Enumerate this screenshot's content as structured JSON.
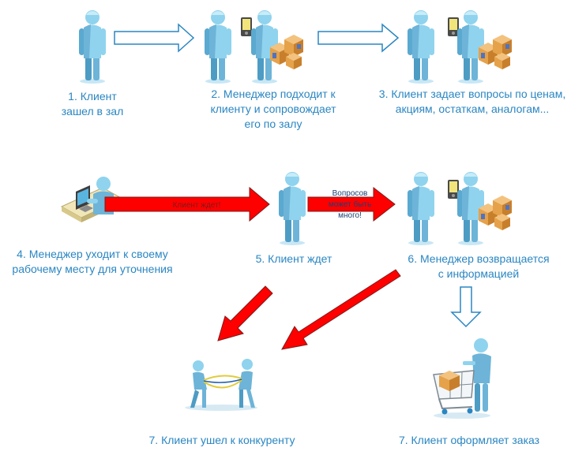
{
  "steps": {
    "s1": [
      "1. Клиент",
      "зашел в зал"
    ],
    "s2": [
      "2. Менеджер подходит к",
      "клиенту и сопровождает",
      "его по залу"
    ],
    "s3": [
      "3. Клиент задает вопросы по ценам,",
      "акциям, остаткам, аналогам..."
    ],
    "s4": [
      "4. Менеджер уходит к своему",
      "рабочему месту для уточнения"
    ],
    "s5": [
      "5. Клиент ждет"
    ],
    "s6": [
      "6. Менеджер возвращается",
      "с информацией"
    ],
    "s7a": [
      "7. Клиент ушел к конкуренту"
    ],
    "s7b": [
      "7. Клиент оформляет заказ"
    ]
  },
  "arrow_labels": {
    "wait": "Клиент ждет!",
    "questions": [
      "Вопросов",
      "может быть",
      "много!"
    ]
  },
  "colors": {
    "caption": "#2a86c2",
    "person_body": "#8fd3ee",
    "person_shade": "#4d9cc4",
    "red_arrow": "#ff0000",
    "outline_arrow": "#2a86c2",
    "box": "#e5a24a",
    "device": "#f1e47a"
  }
}
